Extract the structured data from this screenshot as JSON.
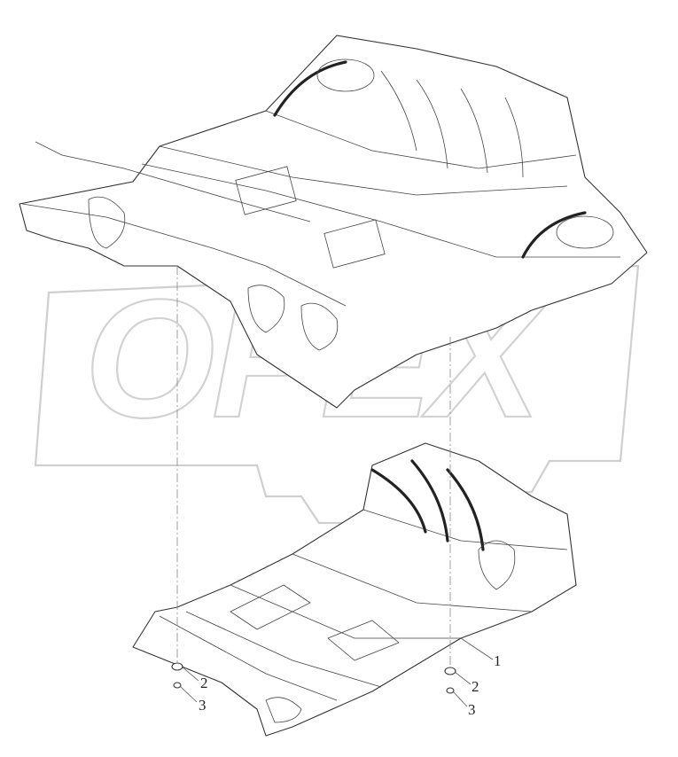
{
  "diagram": {
    "watermark_text": "OPEX",
    "callouts": [
      {
        "id": "callout-1",
        "label": "1"
      },
      {
        "id": "callout-2-left",
        "label": "2"
      },
      {
        "id": "callout-3-left",
        "label": "3"
      },
      {
        "id": "callout-2-right",
        "label": "2"
      },
      {
        "id": "callout-3-right",
        "label": "3"
      }
    ],
    "colors": {
      "line": "#333333",
      "watermark": "#d2d2d2",
      "background": "#ffffff"
    }
  }
}
